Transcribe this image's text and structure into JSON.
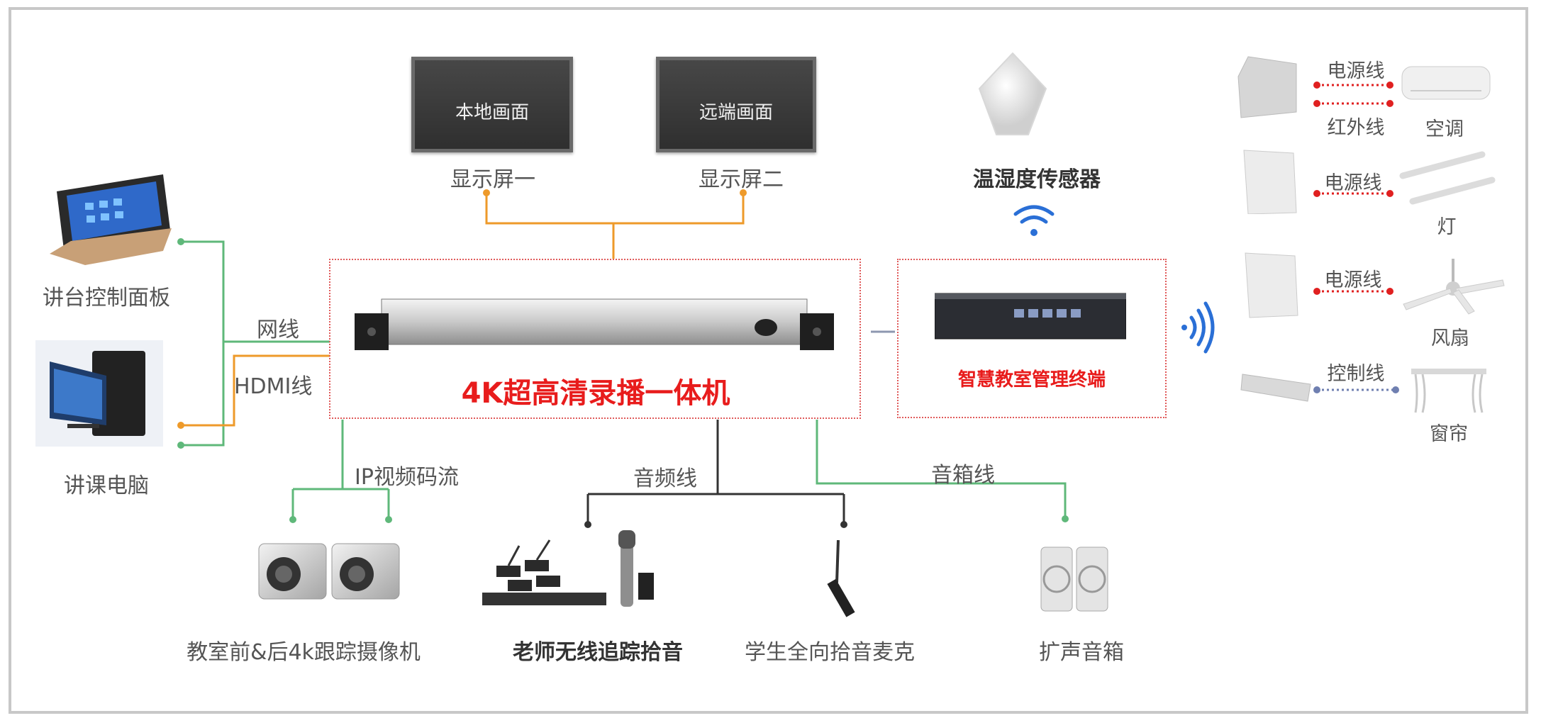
{
  "screens": {
    "local_inner": "本地画面",
    "remote_inner": "远端画面",
    "screen1": "显示屏一",
    "screen2": "显示屏二"
  },
  "sensor": {
    "label": "温湿度传感器"
  },
  "main_unit": {
    "label": "4K超高清录播一体机",
    "color": "#e81c1c"
  },
  "terminal": {
    "label": "智慧教室管理终端",
    "color": "#e81c1c"
  },
  "left_devices": {
    "panel": "讲台控制面板",
    "pc": "讲课电脑",
    "net_line": "网线",
    "hdmi_line": "HDMI线"
  },
  "bottom": {
    "ip_stream": "IP视频码流",
    "audio_line": "音频线",
    "speaker_line": "音箱线",
    "cameras": "教室前&后4k跟踪摄像机",
    "teacher_mic": "老师无线追踪拾音",
    "student_mic": "学生全向拾音麦克",
    "speakers": "扩声音箱"
  },
  "right_devices": {
    "ac_power": "电源线",
    "ac_ir": "红外线",
    "ac": "空调",
    "light_power": "电源线",
    "light": "灯",
    "fan_power": "电源线",
    "fan": "风扇",
    "curtain_ctrl": "控制线",
    "curtain": "窗帘"
  },
  "colors": {
    "orange": "#ee9a2a",
    "green": "#5fb87a",
    "dark": "#333333",
    "red": "#e02020",
    "blue": "#6f7fb0"
  }
}
